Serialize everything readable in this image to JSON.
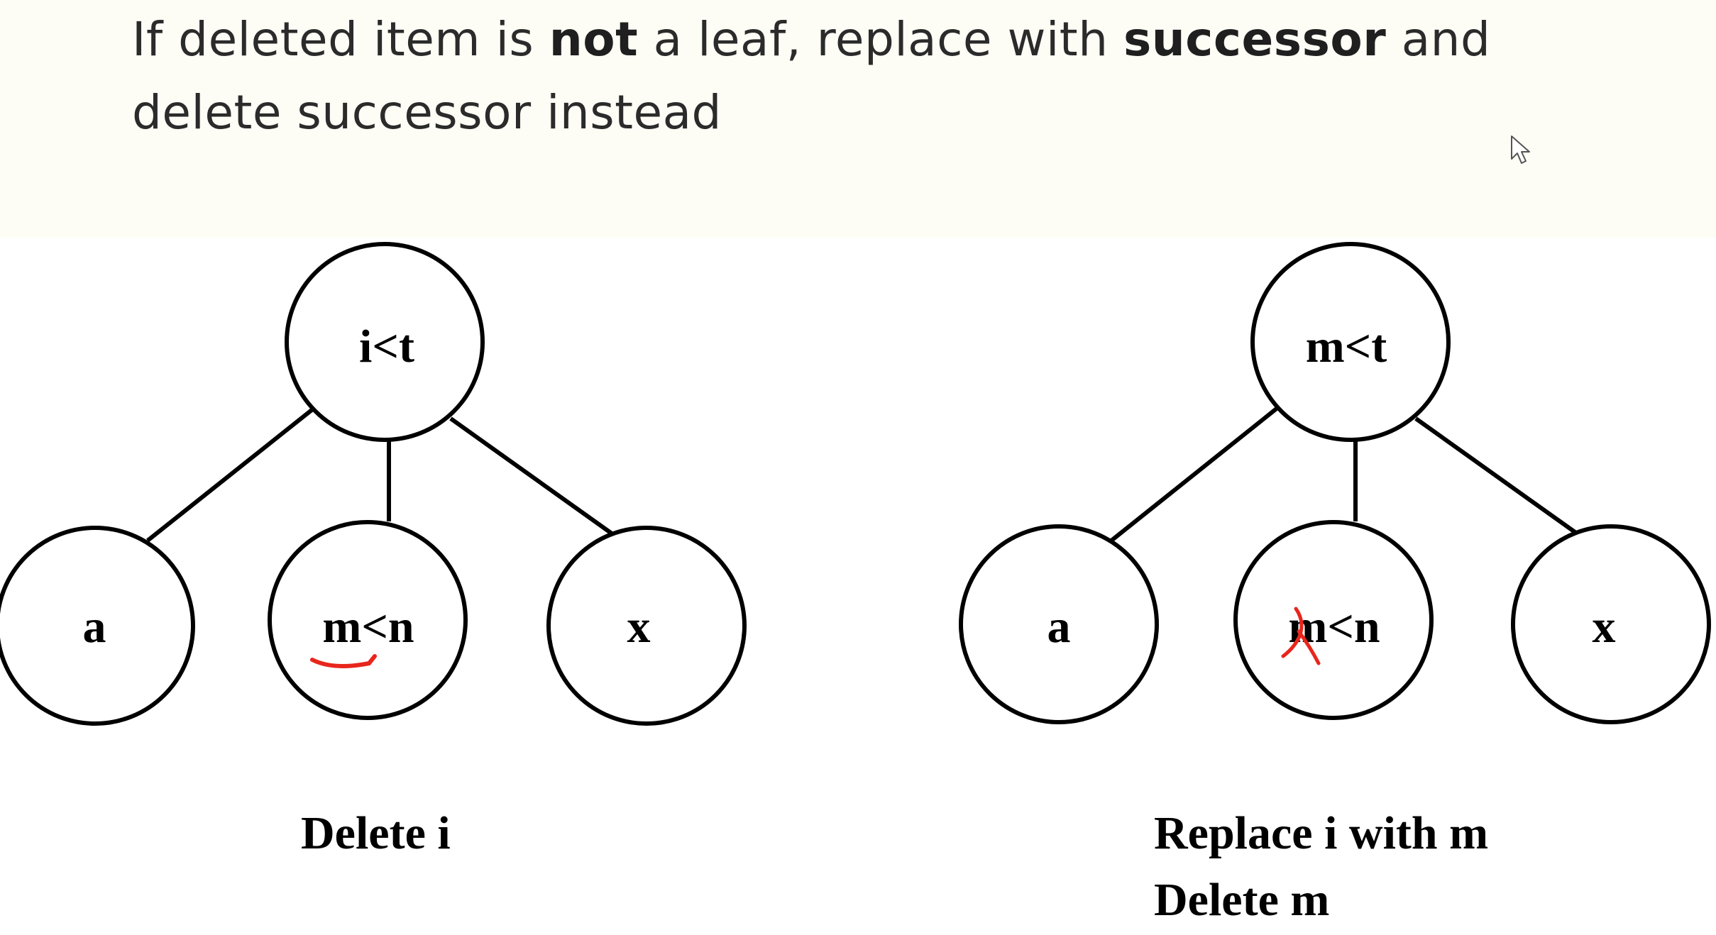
{
  "header": {
    "text_1": "If deleted item is ",
    "bold_1": "not",
    "text_2": " a leaf, replace with ",
    "bold_2": "successor",
    "text_3": " and delete successor instead"
  },
  "left_tree": {
    "root": "i<t",
    "children": [
      "a",
      "m<n",
      "x"
    ],
    "caption": "Delete i"
  },
  "right_tree": {
    "root": "m<t",
    "children": [
      "a",
      "m<n",
      "x"
    ],
    "caption_line_1": "Replace i with m",
    "caption_line_2": "Delete m"
  },
  "annotation_colors": {
    "ink": "#e8261c"
  }
}
